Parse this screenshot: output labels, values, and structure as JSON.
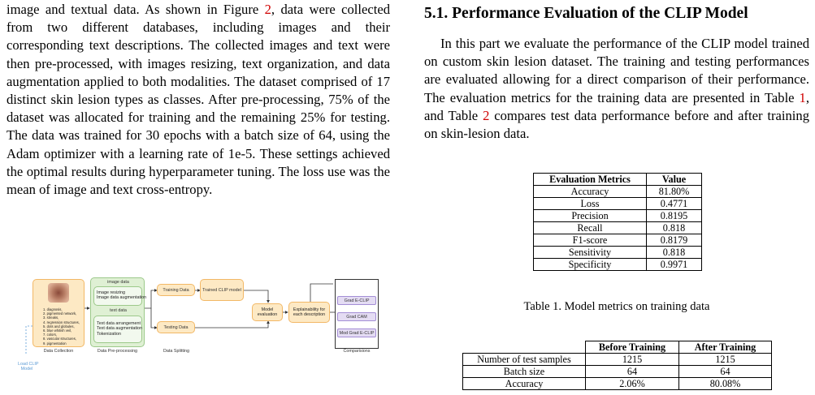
{
  "left_column": {
    "para_before_ref": "image and textual data. As shown in Figure ",
    "figure_ref": "2",
    "para_after_ref": ", data were collected from two different databases, including images and their corresponding text descriptions. The collected images and text were then pre-processed, with images resizing, text organization, and data augmentation applied to both modalities. The dataset comprised of 17 distinct skin lesion types as classes. After pre-processing, 75% of the dataset was allocated for training and the remaining 25% for testing. The data was trained for 30 epochs with a batch size of 64, using the Adam optimizer with a learning rate of 1e-5. These settings achieved the optimal results during hyperparameter tuning. The loss use was the mean of image and text cross-entropy."
  },
  "figure": {
    "data_collection_list": "1. diagnosis,\n2. pigmented network,\n3. streaks,\n4. regression structures,\n5. dots and globules,\n6. blue whitish veil,\n7. colors,\n8. vascular structures,\n9. pigmentation",
    "image_data_title": "image data",
    "image_data_items": "Image resizing\nImage data augmentation",
    "text_data_title": "text data",
    "text_data_items": "Text data arrangement\nText data augmentation\nTokenization",
    "training_data": "Training Data",
    "testing_data": "Testing Data",
    "trained_clip": "Trained CLIP model",
    "model_evaluation": "Model\nevaluation",
    "explainability": "Explainability for\neach description",
    "grad_eclip": "Grad E-CLIP",
    "grad_cam": "Grad CAM",
    "mod_grad_eclip": "Mod Grad E-CLIP",
    "label_data_collection": "Data Collection",
    "label_preprocessing": "Data Pre-processing",
    "label_splitting": "Data Splitting",
    "label_comparisons": "Comparisions",
    "load_clip": "Load CLIP\nModel"
  },
  "right_column": {
    "heading": "5.1. Performance Evaluation of the CLIP Model",
    "para_part1": "In this part we evaluate the performance of the CLIP model trained on custom skin lesion dataset. The training and testing performances are evaluated allowing for a direct comparison of their performance. The evaluation metrics for the training data are presented in Table ",
    "ref_table1": "1",
    "para_part2": ", and Table ",
    "ref_table2": "2",
    "para_part3": " compares test data performance before and after training on skin-lesion data."
  },
  "table1": {
    "headers": [
      "Evaluation Metrics",
      "Value"
    ],
    "rows": [
      [
        "Accuracy",
        "81.80%"
      ],
      [
        "Loss",
        "0.4771"
      ],
      [
        "Precision",
        "0.8195"
      ],
      [
        "Recall",
        "0.818"
      ],
      [
        "F1-score",
        "0.8179"
      ],
      [
        "Sensitivity",
        "0.818"
      ],
      [
        "Specificity",
        "0.9971"
      ]
    ],
    "caption": "Table 1. Model metrics on training data"
  },
  "table2": {
    "headers": [
      "",
      "Before Training",
      "After Training"
    ],
    "rows": [
      [
        "Number of test samples",
        "1215",
        "1215"
      ],
      [
        "Batch size",
        "64",
        "64"
      ],
      [
        "Accuracy",
        "2.06%",
        "80.08%"
      ]
    ]
  },
  "colors": {
    "ref": "#d00000",
    "orange_fill": "#fde9c4",
    "orange_border": "#f2b866",
    "green_fill": "#dff0d4",
    "green_border": "#9cc98a",
    "purple_fill": "#e4dcf3",
    "purple_border": "#a48ed6",
    "blue_dash": "#5b9bd5"
  }
}
